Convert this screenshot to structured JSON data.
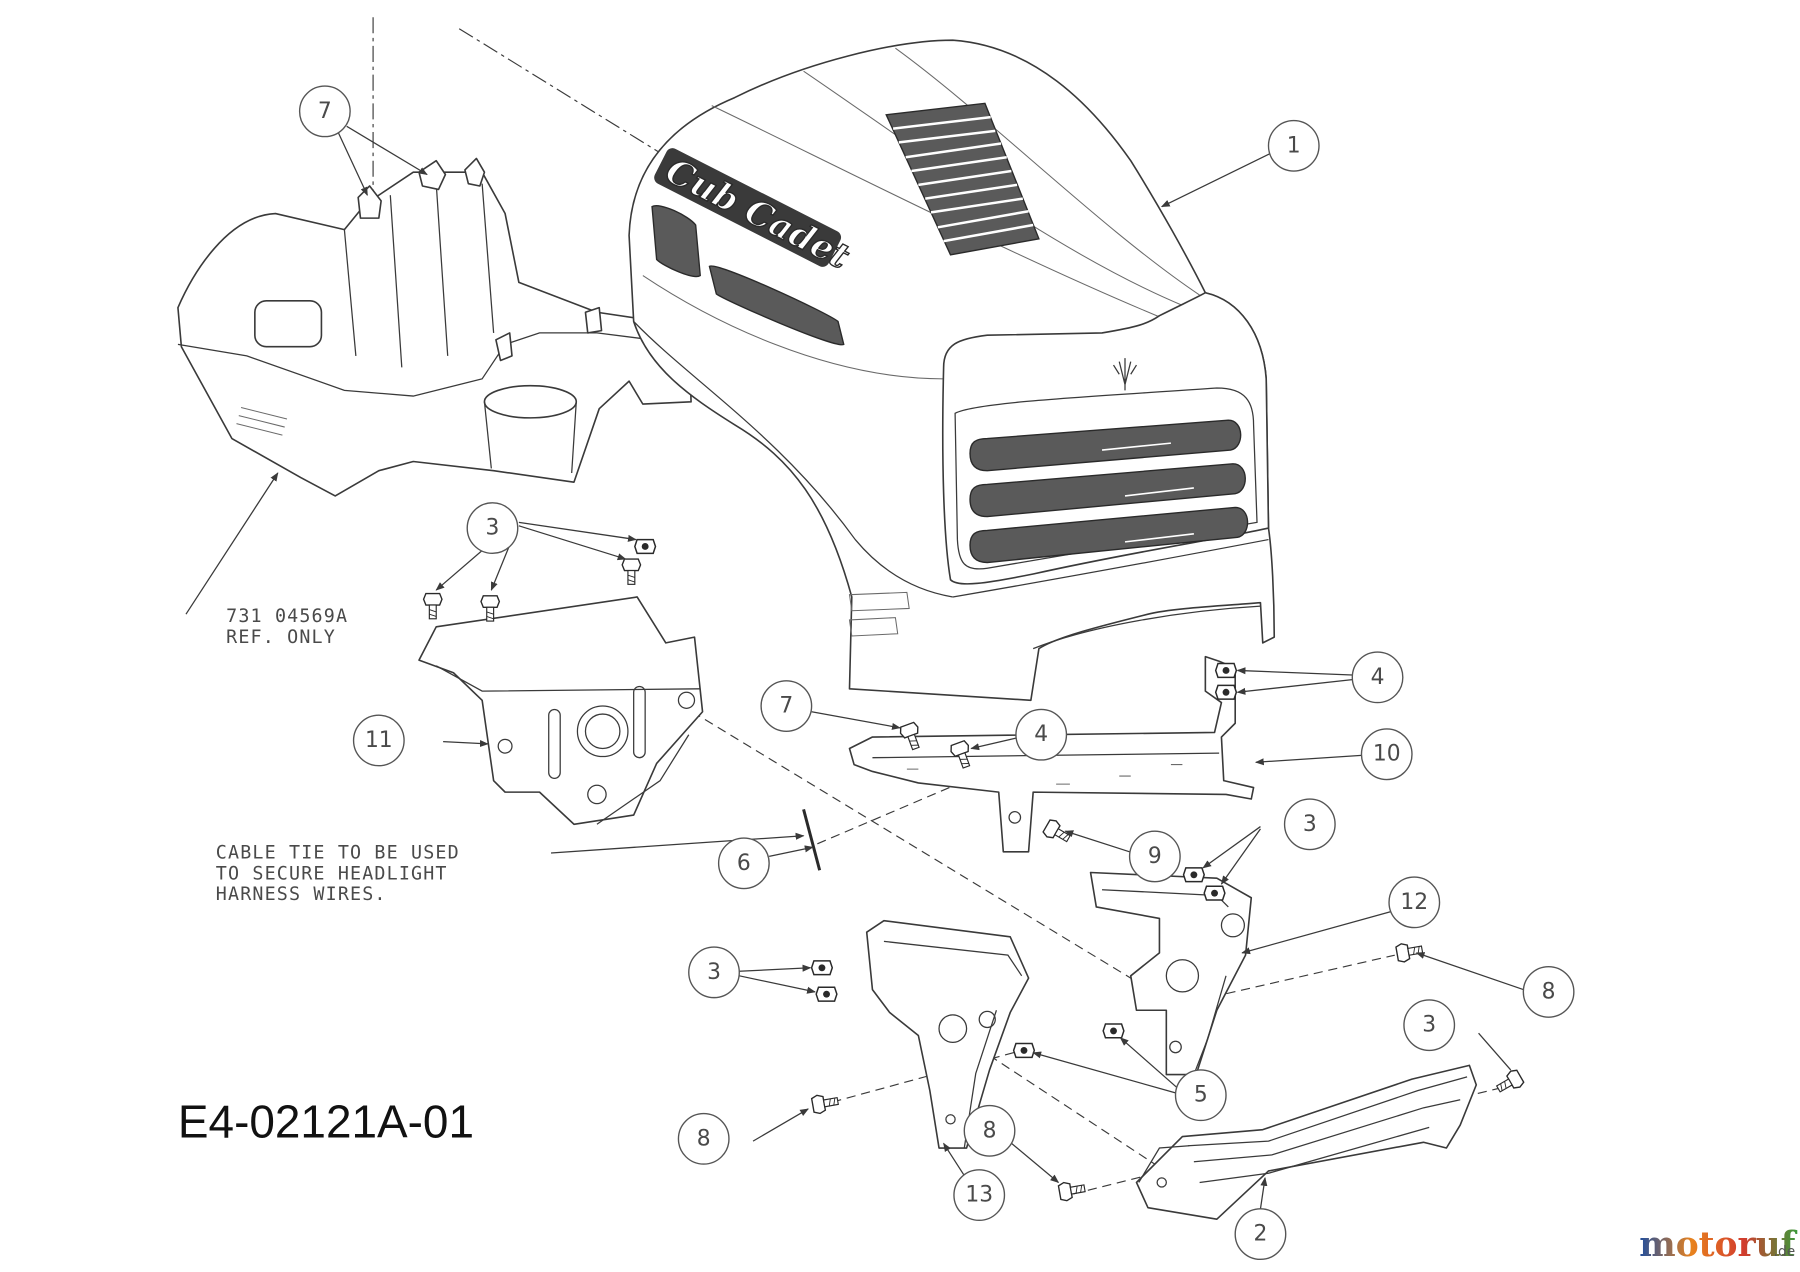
{
  "drawing": {
    "number": "E4-02121A-01"
  },
  "part_ref": {
    "number": "731 04569A",
    "note": "REF. ONLY"
  },
  "cable_note": [
    "CABLE TIE TO BE USED",
    "TO SECURE HEADLIGHT",
    "HARNESS WIRES."
  ],
  "callouts": [
    "7",
    "1",
    "3",
    "4",
    "11",
    "7",
    "4",
    "10",
    "3",
    "9",
    "6",
    "12",
    "3",
    "8",
    "3",
    "5",
    "8",
    "8",
    "13",
    "2"
  ],
  "logo": {
    "text": "Cub Cadet"
  },
  "watermark": {
    "text": "motoruf",
    "suffix": ".de",
    "colors": [
      "#1f4e9e",
      "#e8821e",
      "#d23c2e",
      "#3b9a3b"
    ]
  },
  "colors": {
    "line": "#3a3a3a",
    "background": "#ffffff"
  }
}
